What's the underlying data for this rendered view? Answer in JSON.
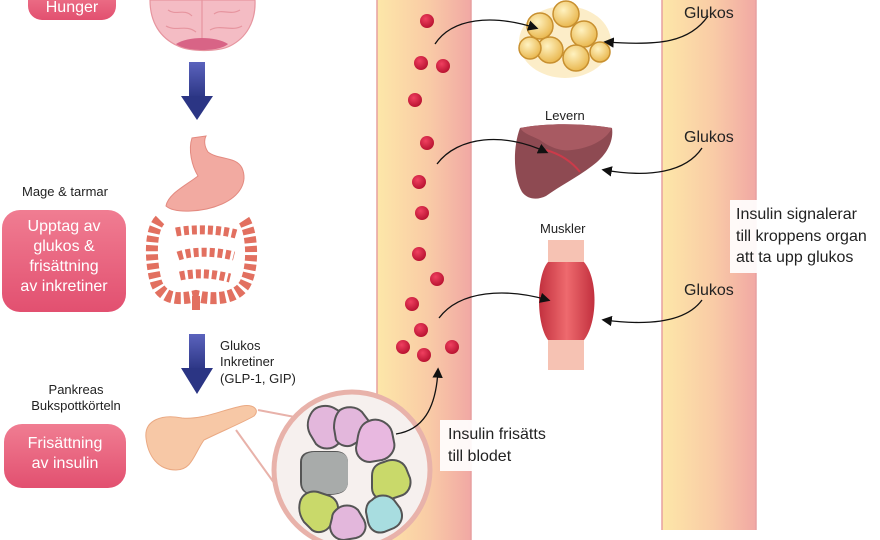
{
  "stage1": {
    "pill_label": "Hunger"
  },
  "stage2": {
    "organ_label": "Mage & tarmar",
    "pill_lines": [
      "Upptag av",
      "glukos &",
      "frisättning",
      "av inkretiner"
    ]
  },
  "arrow2_label": {
    "lines": [
      "Glukos",
      "Inkretiner",
      "(GLP-1, GIP)"
    ]
  },
  "stage3": {
    "organ_lines": [
      "Pankreas",
      "Bukspottkörteln"
    ],
    "pill_lines": [
      "Frisättning",
      "av insulin"
    ]
  },
  "insulin_release": {
    "lines": [
      "Insulin frisätts",
      "till blodet"
    ]
  },
  "organs": {
    "liver_label": "Levern",
    "muscle_label": "Muskler"
  },
  "glucose_labels": [
    "Glukos",
    "Glukos",
    "Glukos"
  ],
  "signal_text": {
    "lines": [
      "Insulin signalerar",
      "till kroppens organ",
      "att ta upp glukos"
    ]
  },
  "colors": {
    "pill": "#e85a77",
    "vessel": "#f8c9b3",
    "cell_dot": "#d3193a",
    "arrow": "#3e49a3"
  }
}
